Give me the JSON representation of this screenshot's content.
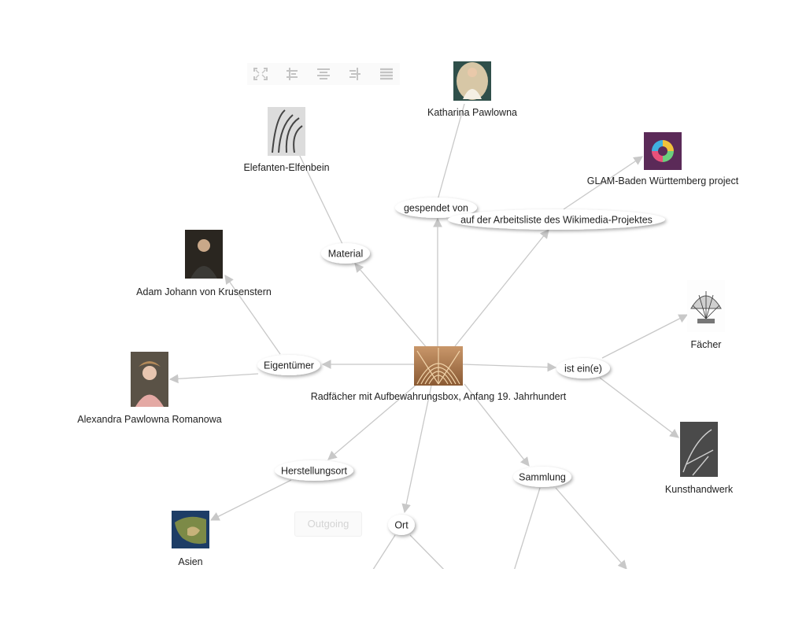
{
  "toolbar": {
    "buttons": [
      "fullscreen-icon",
      "align-center-icon",
      "align-distribute-icon",
      "align-right-icon",
      "list-icon"
    ]
  },
  "outgoing_button": {
    "label": "Outgoing"
  },
  "graph": {
    "center": {
      "label": "Radfächer mit Aufbewahrungsbox, Anfang 19. Jahrhundert"
    },
    "edges": [
      {
        "id": "material",
        "label": "Material"
      },
      {
        "id": "gespendet",
        "label": "gespendet von"
      },
      {
        "id": "arbeitsliste",
        "label": "auf der Arbeitsliste des Wikimedia-Projektes"
      },
      {
        "id": "eigentuemer",
        "label": "Eigentümer"
      },
      {
        "id": "istein",
        "label": "ist ein(e)"
      },
      {
        "id": "herstellungsort",
        "label": "Herstellungsort"
      },
      {
        "id": "ort",
        "label": "Ort"
      },
      {
        "id": "sammlung",
        "label": "Sammlung"
      }
    ],
    "nodes": [
      {
        "id": "elfenbein",
        "label": "Elefanten-Elfenbein"
      },
      {
        "id": "katharina",
        "label": "Katharina Pawlowna"
      },
      {
        "id": "glam",
        "label": "GLAM-Baden Württemberg project"
      },
      {
        "id": "krusenstern",
        "label": "Adam Johann von Krusenstern"
      },
      {
        "id": "alexandra",
        "label": "Alexandra Pawlowna Romanowa"
      },
      {
        "id": "faecher",
        "label": "Fächer"
      },
      {
        "id": "kunsthandwerk",
        "label": "Kunsthandwerk"
      },
      {
        "id": "asien",
        "label": "Asien"
      }
    ]
  },
  "colors": {
    "edge": "#c8c8c8",
    "label_fill": "#ffffff",
    "toolbar_icon": "#c4c4c4"
  }
}
